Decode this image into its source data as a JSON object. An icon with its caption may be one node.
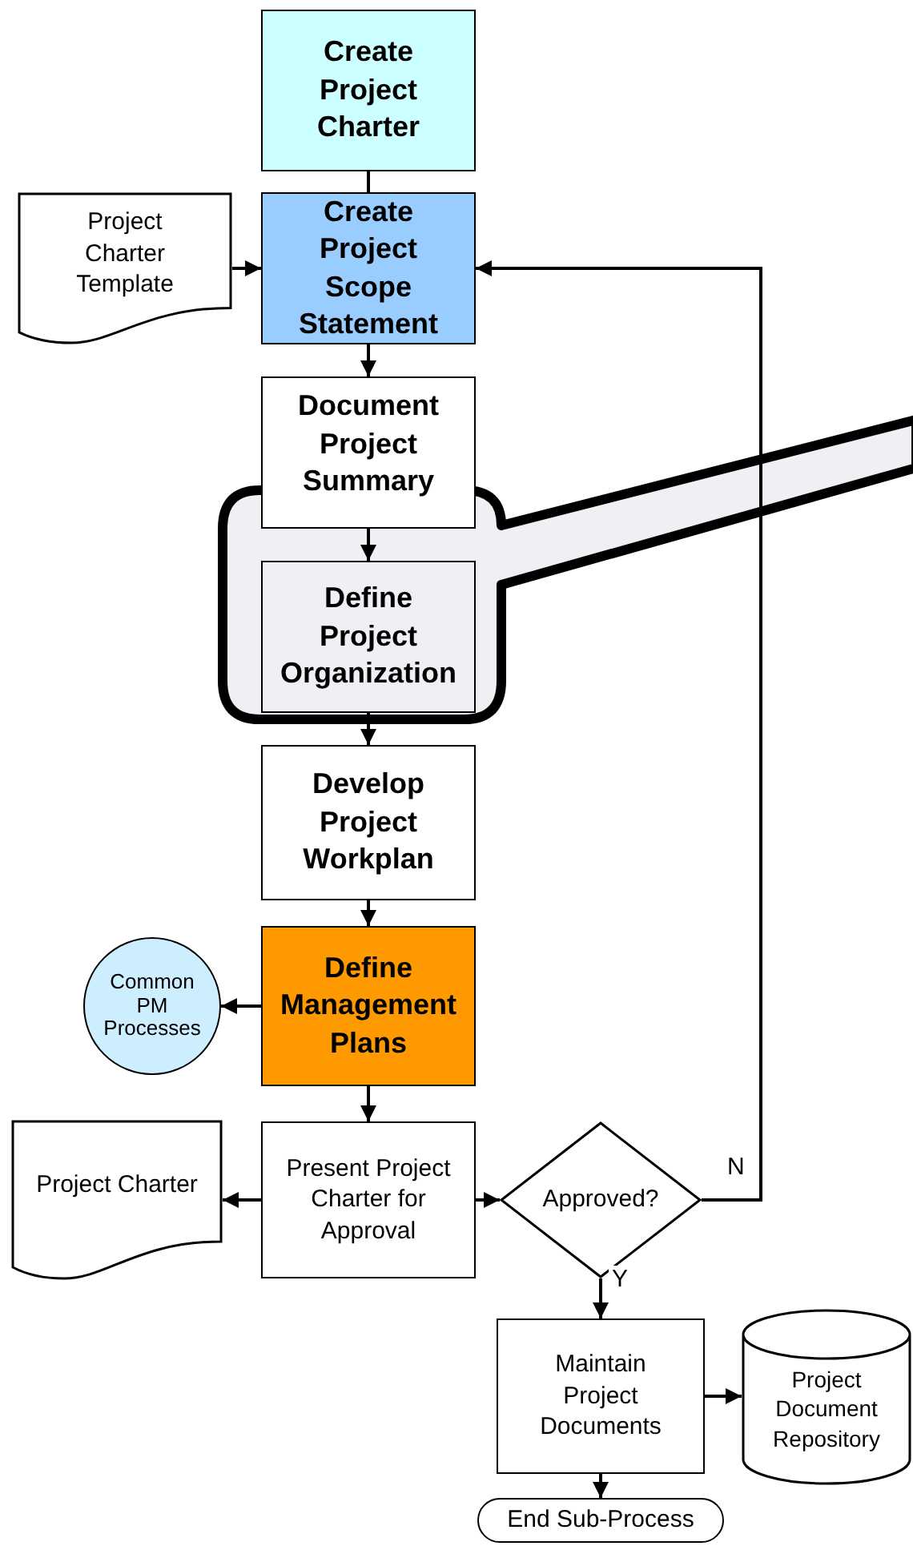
{
  "diagram": {
    "nodes": [
      {
        "text": [
          "Create Project Charter"
        ]
      },
      {
        "text": [
          "Project Charter Template"
        ]
      },
      {
        "text": [
          "Create Project Scope Statement"
        ]
      },
      {
        "text": [
          "Document Project Summary"
        ]
      },
      {
        "text": [
          "Define Project Organization"
        ]
      },
      {
        "text": [
          "Develop Project Workplan"
        ]
      },
      {
        "text": [
          "Define Management Plans"
        ]
      },
      {
        "text": [
          "Common PM Processes"
        ]
      },
      {
        "text": [
          "Project Charter"
        ]
      },
      {
        "text": [
          "Present Project Charter for Approval"
        ]
      },
      {
        "text": [
          "Approved?"
        ]
      },
      {
        "text": [
          "Maintain Project Documents"
        ]
      },
      {
        "text": [
          "Project Document Repository"
        ]
      },
      {
        "text": [
          "End Sub-Process"
        ]
      }
    ],
    "edges": [
      {
        "from": 0,
        "to": 2,
        "arrow": "none"
      },
      {
        "from": 1,
        "to": 2,
        "arrow": "to"
      },
      {
        "from": 2,
        "to": 3,
        "arrow": "to"
      },
      {
        "from": 3,
        "to": 4,
        "arrow": "to"
      },
      {
        "from": 4,
        "to": 5,
        "arrow": "to"
      },
      {
        "from": 5,
        "to": 6,
        "arrow": "to"
      },
      {
        "from": 6,
        "to": 7,
        "arrow": "to"
      },
      {
        "from": 6,
        "to": 9,
        "arrow": "to"
      },
      {
        "from": 9,
        "to": 8,
        "arrow": "to"
      },
      {
        "from": 9,
        "to": 10,
        "arrow": "to"
      },
      {
        "from": 10,
        "to": 2,
        "arrow": "to",
        "label": "N"
      },
      {
        "from": 10,
        "to": 11,
        "arrow": "to",
        "label": "Y"
      },
      {
        "from": 11,
        "to": 12,
        "arrow": "to"
      },
      {
        "from": 11,
        "to": 13,
        "arrow": "to"
      }
    ]
  }
}
